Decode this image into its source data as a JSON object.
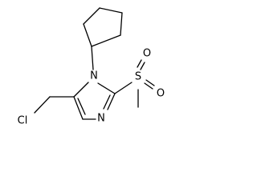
{
  "molecule": {
    "atoms": {
      "n1": "N",
      "n3": "N",
      "s": "S",
      "o1": "O",
      "o2": "O",
      "cl": "Cl"
    }
  }
}
